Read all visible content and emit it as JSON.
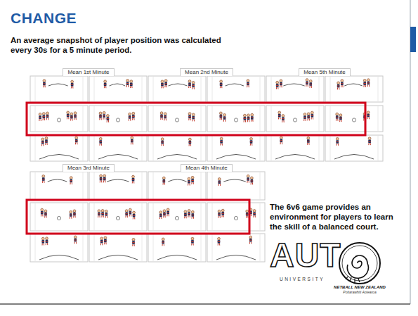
{
  "diagram": {
    "title": "CHANGE",
    "nodes": [
      {
        "text": [
          "Mean 1st Minute"
        ]
      },
      {
        "text": [
          "Mean 2nd Minute"
        ]
      },
      {
        "text": [
          "Mean 5th Minute"
        ]
      },
      {
        "text": [
          "Mean 3rd Minute"
        ]
      },
      {
        "text": [
          "Mean 4th Minute"
        ]
      }
    ],
    "labels": [
      "An average snapshot of player position was calculated every 30s for a 5 minute period.",
      "The 6v6 game provides an environment for players to learn the skill of a balanced court.",
      "AUT",
      "UNIVERSITY",
      "NETBALL NEW ZEALAND",
      "Poitarawhiti Aotearoa"
    ]
  }
}
